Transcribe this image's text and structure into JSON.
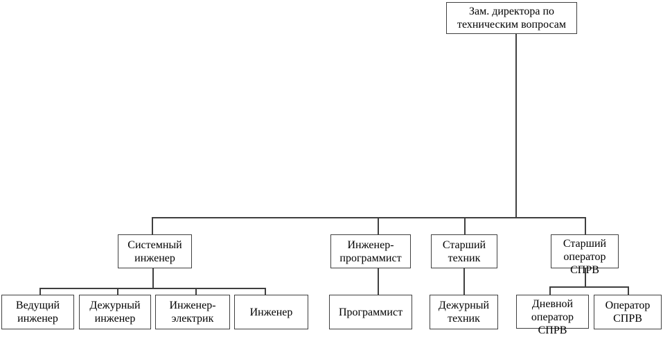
{
  "diagram": {
    "type": "org-chart",
    "language": "ru",
    "nodes": {
      "deputy_director": {
        "label": "Зам. директора по техническим вопросам",
        "level": 1
      },
      "system_engineer": {
        "label": "Системный инженер",
        "level": 2
      },
      "software_engineer": {
        "label": "Инженер-программист",
        "level": 2
      },
      "senior_technician": {
        "label": "Старший техник",
        "level": 2
      },
      "senior_operator_sprv": {
        "label": "Старший оператор СПРВ",
        "level": 2
      },
      "lead_engineer": {
        "label": "Ведущий инженер",
        "level": 3
      },
      "duty_engineer": {
        "label": "Дежурный инженер",
        "level": 3
      },
      "electrical_engineer": {
        "label": "Инженер-электрик",
        "level": 3
      },
      "engineer": {
        "label": "Инженер",
        "level": 3
      },
      "programmer": {
        "label": "Программист",
        "level": 3
      },
      "duty_technician": {
        "label": "Дежурный техник",
        "level": 3
      },
      "day_operator_sprv": {
        "label": "Дневной оператор СПРВ",
        "level": 3
      },
      "operator_sprv": {
        "label": "Оператор СПРВ",
        "level": 3
      }
    },
    "edges": [
      {
        "from": "deputy_director",
        "to": "system_engineer"
      },
      {
        "from": "deputy_director",
        "to": "software_engineer"
      },
      {
        "from": "deputy_director",
        "to": "senior_technician"
      },
      {
        "from": "deputy_director",
        "to": "senior_operator_sprv"
      },
      {
        "from": "system_engineer",
        "to": "lead_engineer"
      },
      {
        "from": "system_engineer",
        "to": "duty_engineer"
      },
      {
        "from": "system_engineer",
        "to": "electrical_engineer"
      },
      {
        "from": "system_engineer",
        "to": "engineer"
      },
      {
        "from": "software_engineer",
        "to": "programmer"
      },
      {
        "from": "senior_technician",
        "to": "duty_technician"
      },
      {
        "from": "senior_operator_sprv",
        "to": "day_operator_sprv"
      },
      {
        "from": "senior_operator_sprv",
        "to": "operator_sprv"
      }
    ],
    "colors": {
      "background": "#ffffff",
      "box_border": "#3f3f3f",
      "connector": "#3f3f3f",
      "text": "#000000"
    }
  }
}
